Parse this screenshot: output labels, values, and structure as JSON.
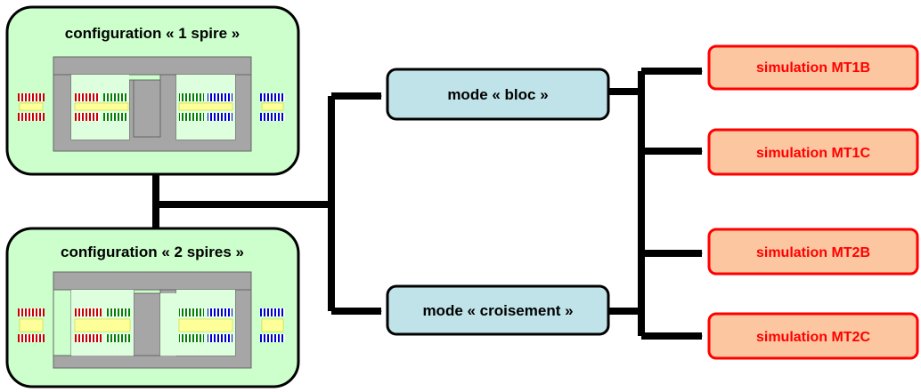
{
  "configs": [
    {
      "title": "configuration « 1 spire »"
    },
    {
      "title": "configuration « 2 spires »"
    }
  ],
  "modes": [
    {
      "label": "mode « bloc »"
    },
    {
      "label": "mode « croisement »"
    }
  ],
  "simulations": [
    {
      "label": "simulation MT1B"
    },
    {
      "label": "simulation MT1C"
    },
    {
      "label": "simulation MT2B"
    },
    {
      "label": "simulation MT2C"
    }
  ],
  "colors": {
    "config_fill": "#ccffcc",
    "mode_fill": "#bfe3e8",
    "sim_fill": "#fcc6a0",
    "sim_border": "#ff0000",
    "sim_text": "#ff0000",
    "core": "#a6a6a6",
    "coil_red": "#cc0000",
    "coil_green": "#008000",
    "coil_blue": "#0000cc",
    "insulation": "#ffff99"
  }
}
